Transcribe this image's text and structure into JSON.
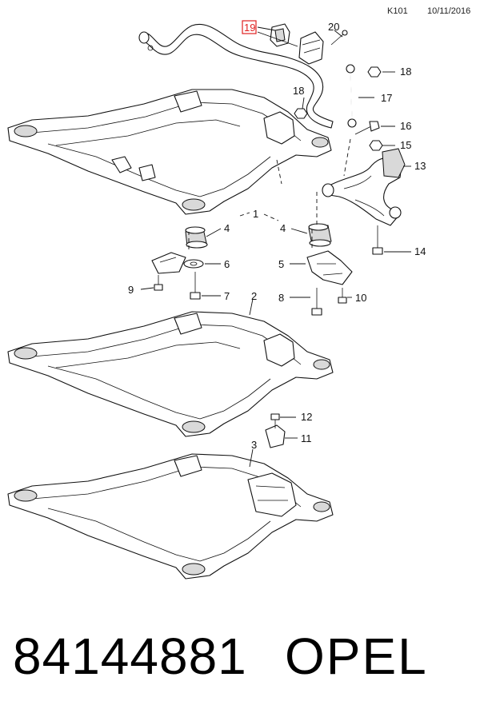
{
  "header": {
    "code": "K101",
    "date": "10/11/2016"
  },
  "callouts": {
    "c1": "1",
    "c2": "2",
    "c3": "3",
    "c4a": "4",
    "c4b": "4",
    "c5": "5",
    "c6": "6",
    "c7": "7",
    "c8": "8",
    "c9": "9",
    "c10": "10",
    "c11": "11",
    "c12": "12",
    "c13": "13",
    "c14": "14",
    "c15": "15",
    "c16": "16",
    "c17": "17",
    "c18a": "18",
    "c18b": "18",
    "c19": "19",
    "c20": "20"
  },
  "highlight": {
    "callout": "19",
    "color": "#e02020"
  },
  "footer": {
    "part_number": "84144881",
    "brand": "OPEL"
  }
}
